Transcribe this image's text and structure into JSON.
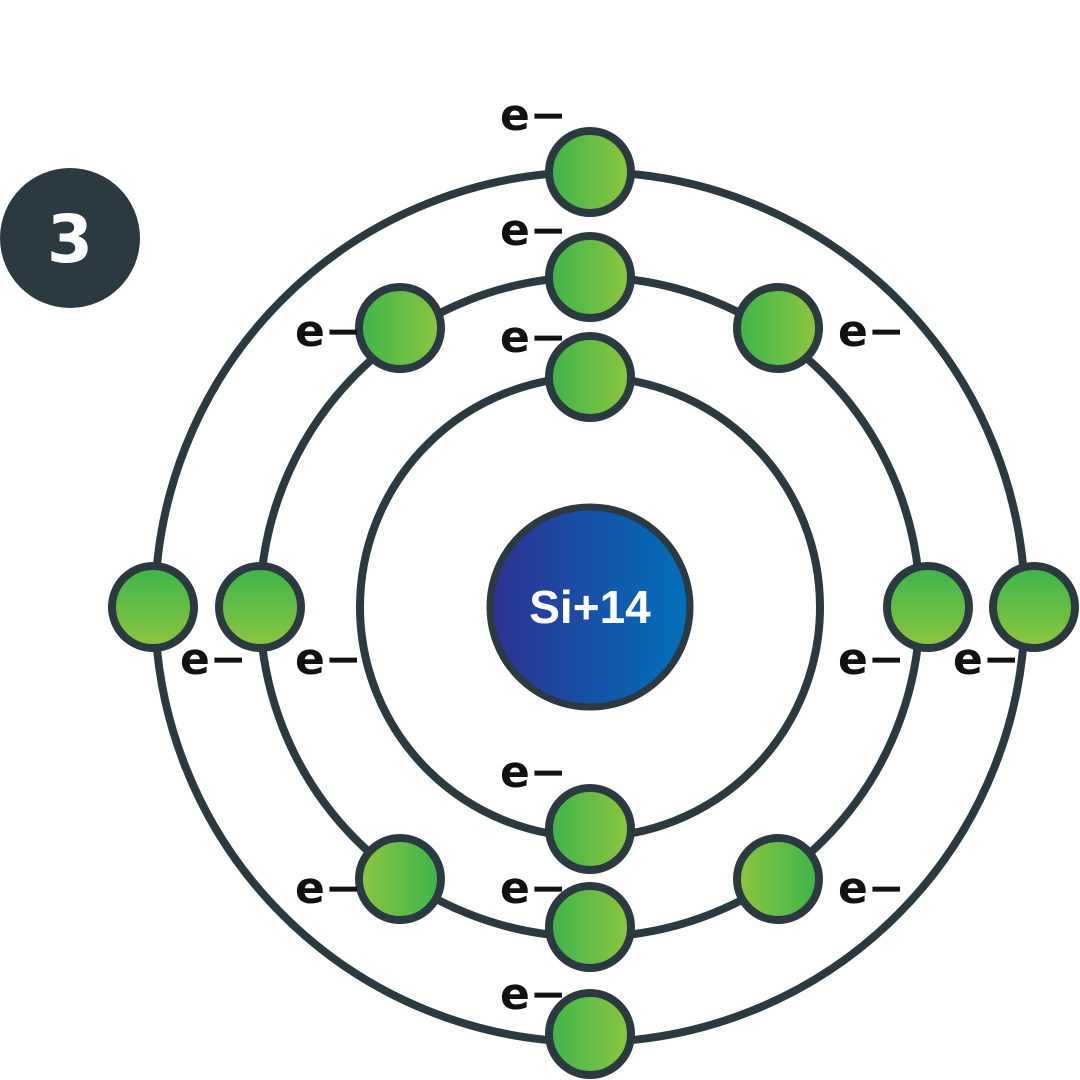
{
  "step_badge": {
    "number": "3"
  },
  "nucleus": {
    "label": "Si+14"
  },
  "electron_label": "e−",
  "shells": [
    {
      "name": "shell-1",
      "electron_count": 2
    },
    {
      "name": "shell-2",
      "electron_count": 8
    },
    {
      "name": "shell-3",
      "electron_count": 4
    }
  ],
  "colors": {
    "outline": "#2b3940",
    "electron_green_dark": "#3cb44a",
    "electron_green_light": "#8dc63f",
    "nucleus_blue_dark": "#2e3192",
    "nucleus_blue_light": "#0071bc",
    "badge_fill": "#2b3940"
  }
}
